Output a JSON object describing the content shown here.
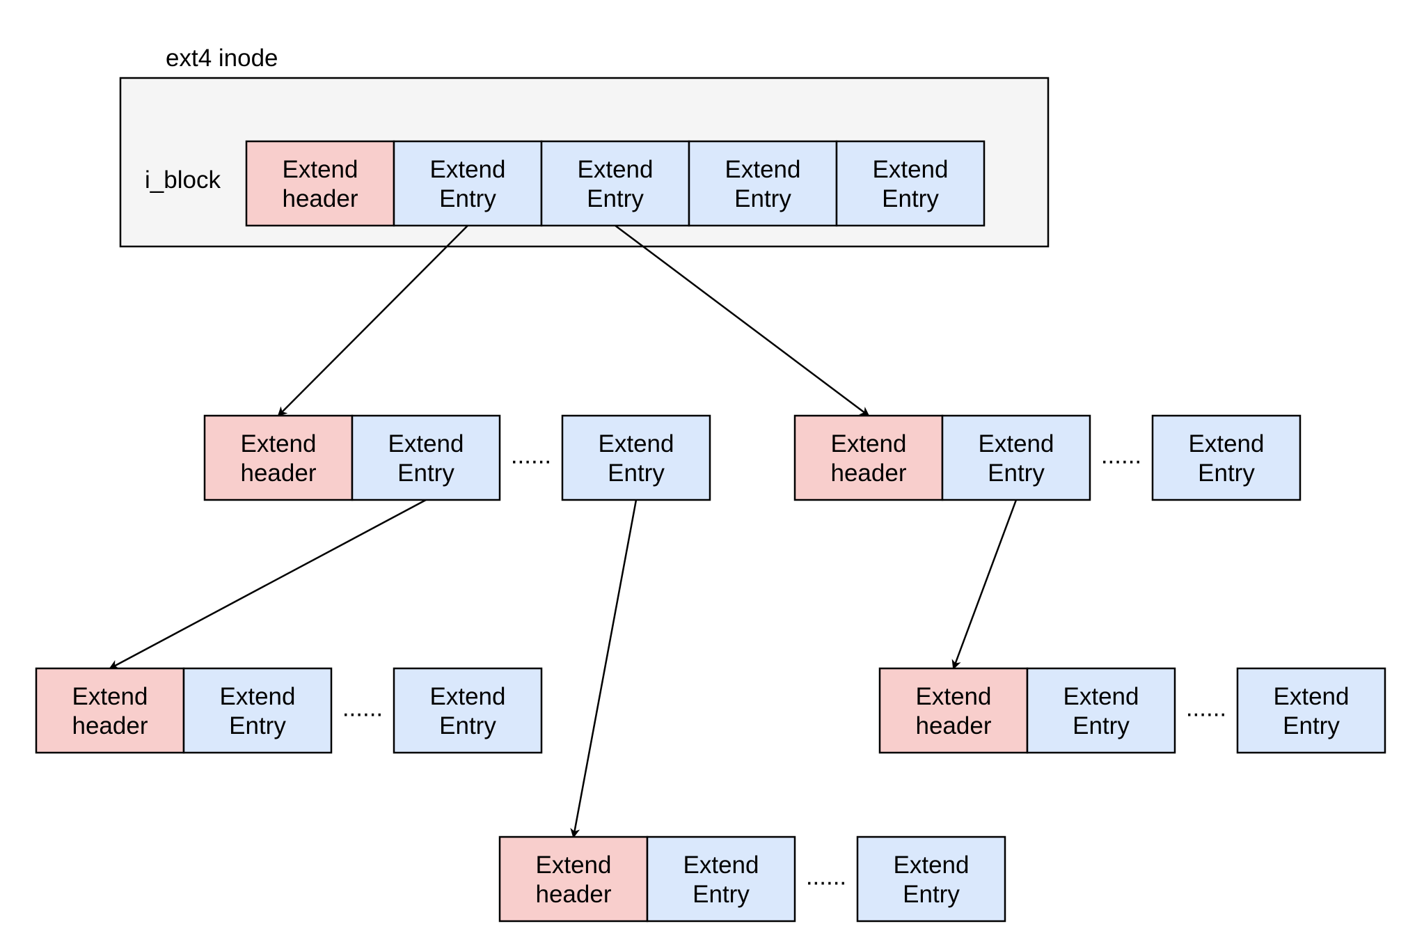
{
  "inode": {
    "title": "ext4 inode",
    "field_label": "i_block"
  },
  "labels": {
    "header_line1": "Extend",
    "header_line2": "header",
    "entry_line1": "Extend",
    "entry_line2": "Entry",
    "ellipsis": "......"
  },
  "colors": {
    "header_fill": "#f8cecc",
    "entry_fill": "#dae8fc",
    "inode_fill": "#f5f5f5",
    "stroke": "#000000"
  },
  "rows": [
    {
      "id": "inode-row",
      "cells": [
        "header",
        "entry",
        "entry",
        "entry",
        "entry"
      ]
    },
    {
      "id": "level1-left",
      "cells": [
        "header",
        "entry",
        "ellipsis",
        "entry"
      ]
    },
    {
      "id": "level1-right",
      "cells": [
        "header",
        "entry",
        "ellipsis",
        "entry"
      ]
    },
    {
      "id": "level2-left",
      "cells": [
        "header",
        "entry",
        "ellipsis",
        "entry"
      ]
    },
    {
      "id": "level2-right",
      "cells": [
        "header",
        "entry",
        "ellipsis",
        "entry"
      ]
    },
    {
      "id": "level3-middle",
      "cells": [
        "header",
        "entry",
        "ellipsis",
        "entry"
      ]
    }
  ],
  "links": [
    {
      "from": "inode-row",
      "from_cell": 1,
      "to": "level1-left"
    },
    {
      "from": "inode-row",
      "from_cell": 2,
      "to": "level1-right"
    },
    {
      "from": "level1-left",
      "from_cell": 1,
      "to": "level2-left"
    },
    {
      "from": "level1-left",
      "from_cell": 3,
      "to": "level3-middle"
    },
    {
      "from": "level1-right",
      "from_cell": 1,
      "to": "level2-right"
    }
  ]
}
